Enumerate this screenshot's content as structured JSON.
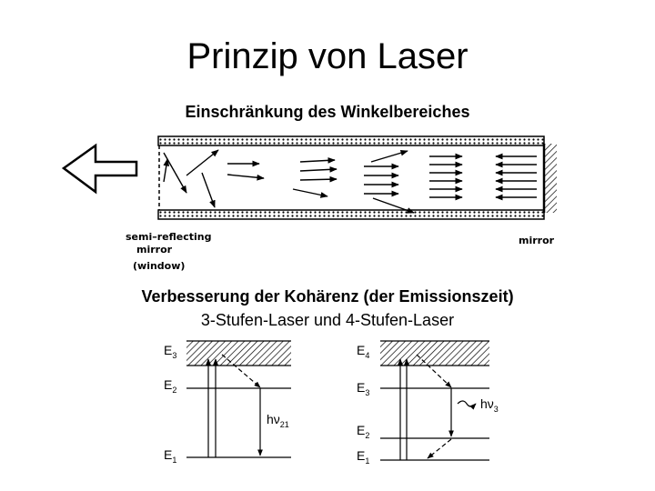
{
  "title": "Prinzip von Laser",
  "section1": {
    "heading": "Einschränkung des Winkelbereiches",
    "labels": {
      "semi_line1": "semi–reflecting",
      "semi_line2": "mirror",
      "semi_line3": "(window)",
      "mirror": "mirror"
    }
  },
  "section2": {
    "heading_line1": "Verbesserung der Kohärenz (der Emissionszeit)",
    "heading_line2": "3-Stufen-Laser und 4-Stufen-Laser"
  },
  "three_level": {
    "E3": "E",
    "E3_sub": "3",
    "E2": "E",
    "E2_sub": "2",
    "E1": "E",
    "E1_sub": "1",
    "emission": "hν",
    "emission_sub": "21"
  },
  "four_level": {
    "E4": "E",
    "E4_sub": "4",
    "E3": "E",
    "E3_sub": "3",
    "E2": "E",
    "E2_sub": "2",
    "E1": "E",
    "E1_sub": "1",
    "emission": "hν",
    "emission_sub": "3"
  }
}
